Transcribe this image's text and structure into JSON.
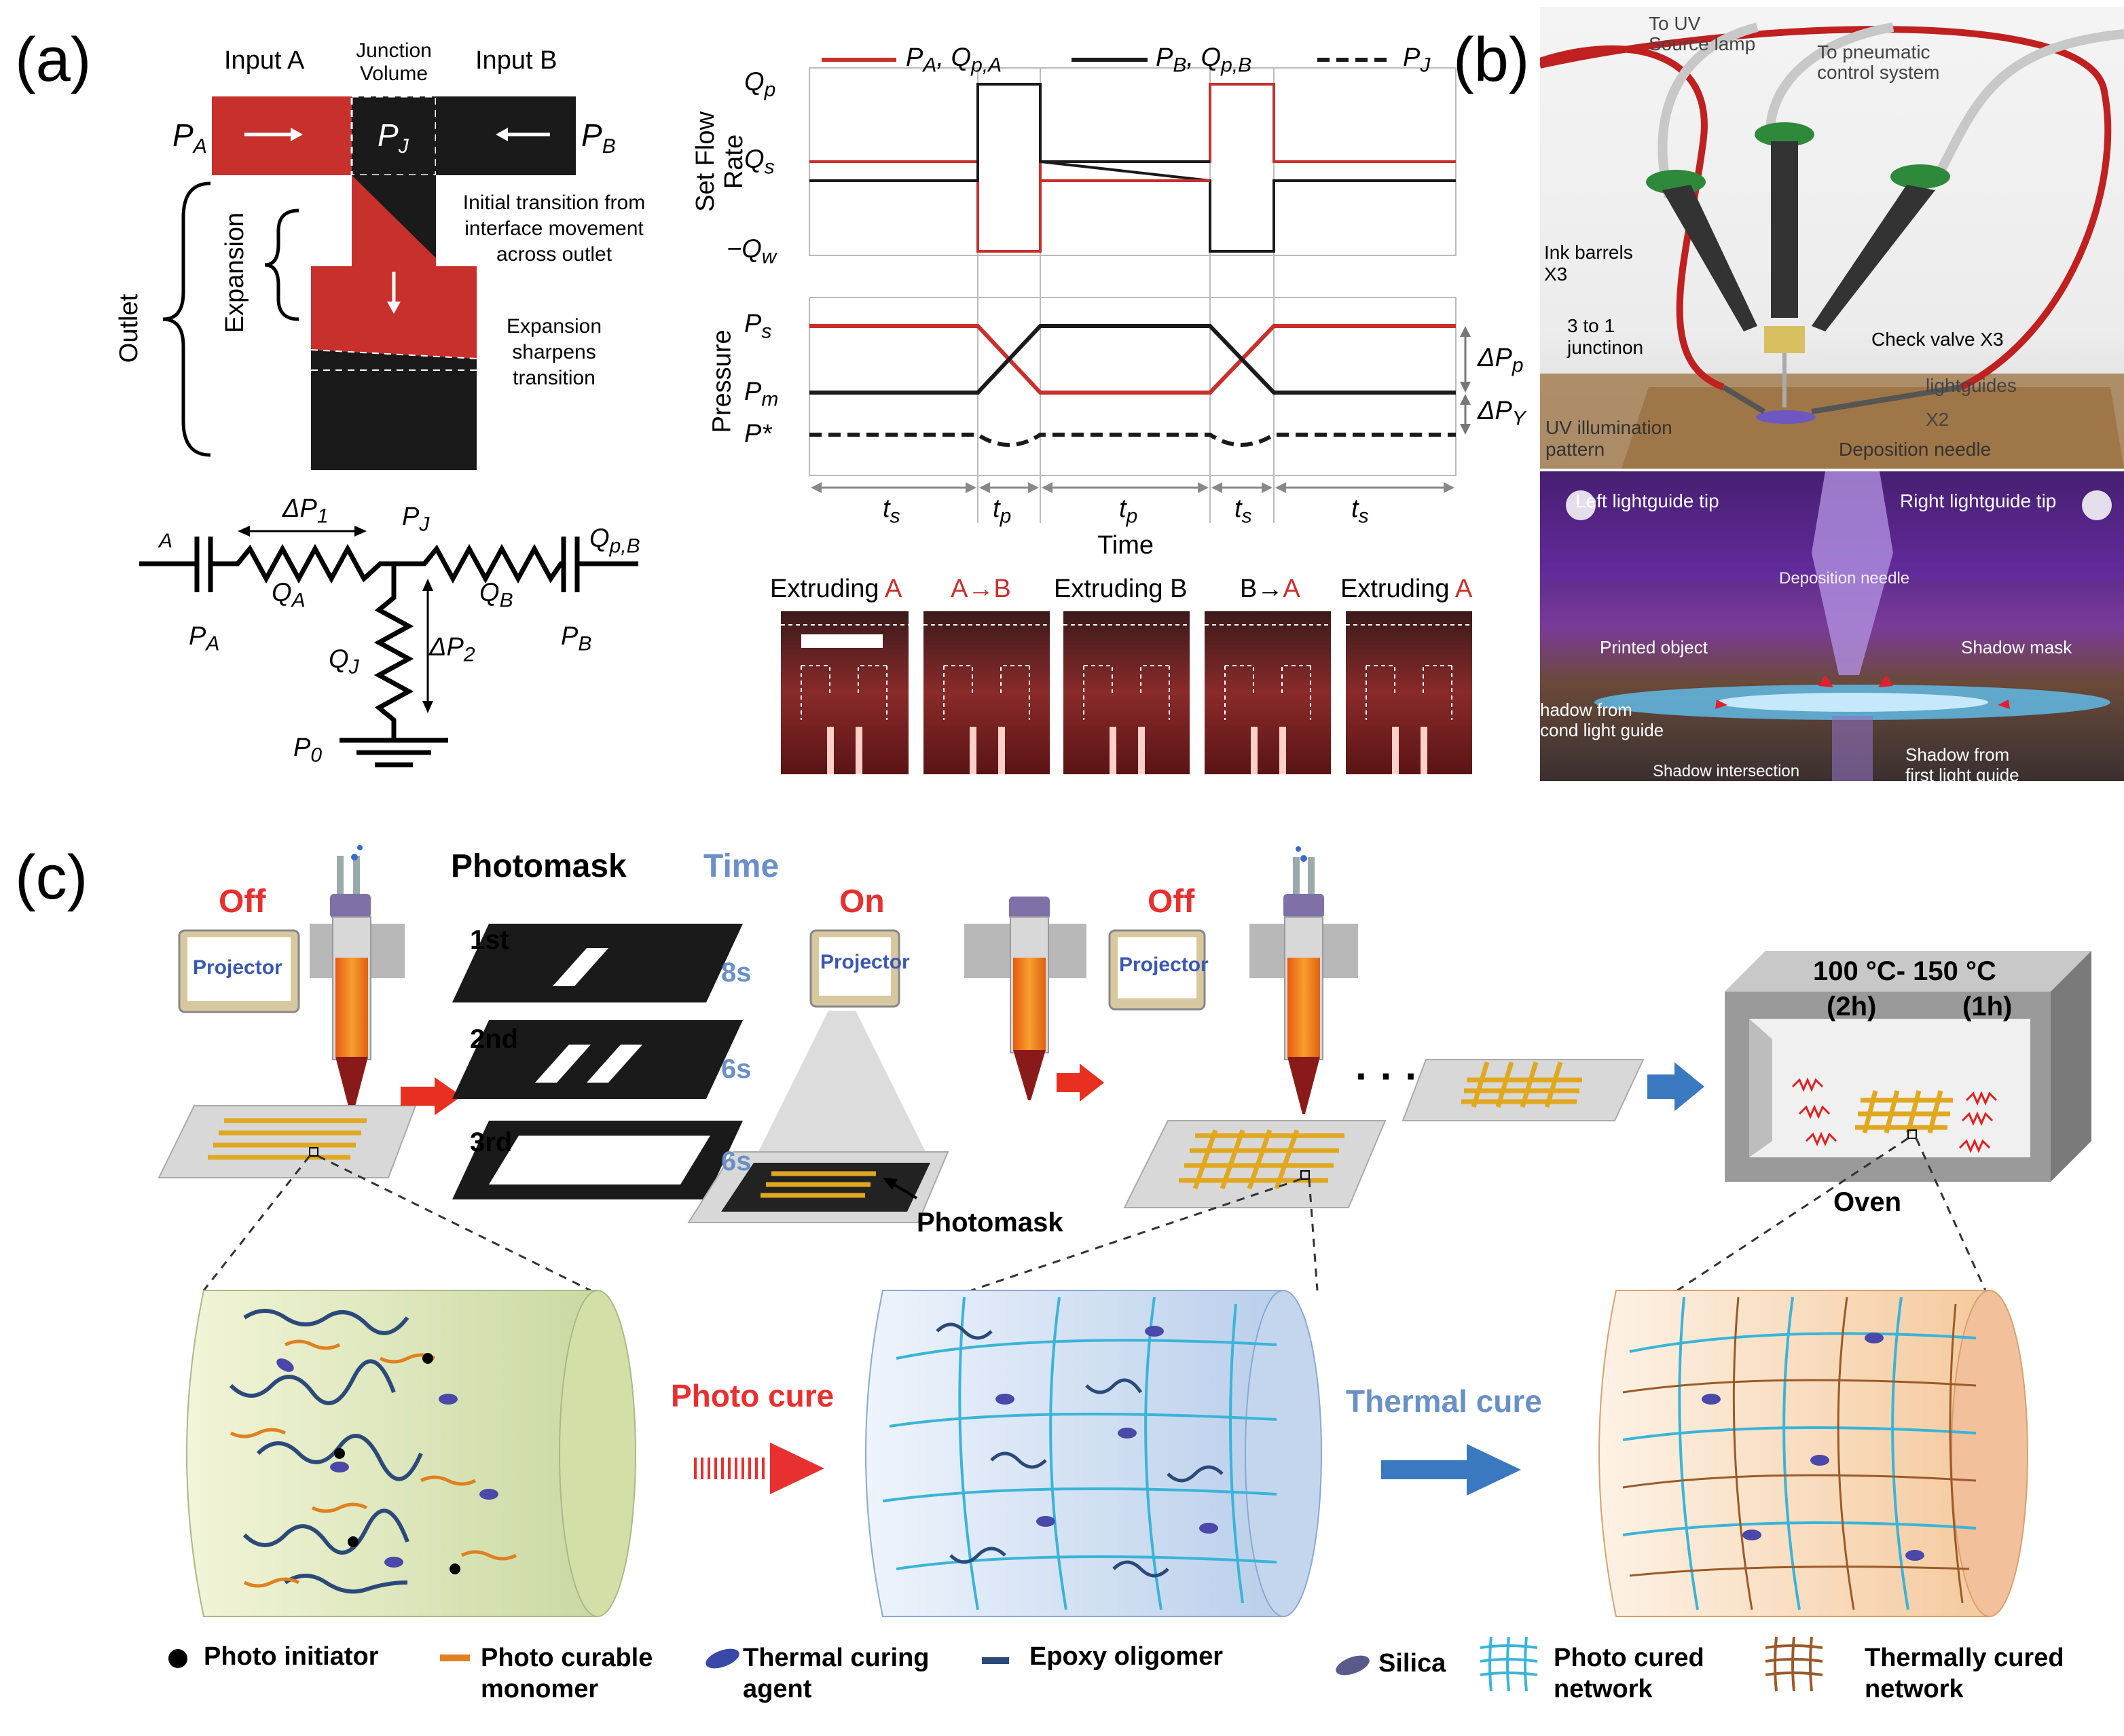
{
  "panels": {
    "a": "(a)",
    "b": "(b)",
    "c": "(c)"
  },
  "colors": {
    "red": "#c8302c",
    "black": "#1a1a1a",
    "blue": "#4a7cc0",
    "cyan": "#3ab4d8",
    "orange": "#e08020",
    "brown": "#9a5a2a",
    "navy": "#2b4a7a",
    "gold": "#e0a820"
  },
  "panel_a": {
    "input_a": "Input A",
    "junction_volume": "Junction\nVolume",
    "input_b": "Input B",
    "pa": "P",
    "pa_sub": "A",
    "pj": "P",
    "pj_sub": "J",
    "pb": "P",
    "pb_sub": "B",
    "outlet": "Outlet",
    "expansion": "Expansion",
    "note1": "Initial transition from\ninterface movement\nacross outlet",
    "note2": "Expansion\nsharpens\ntransition",
    "circuit": {
      "a_small": "A",
      "dp1": "ΔP",
      "dp1_sub": "1",
      "pj": "P",
      "pj_sub": "J",
      "qpb": "Q",
      "qpb_sub": "p,B",
      "qa": "Q",
      "qa_sub": "A",
      "qb": "Q",
      "qb_sub": "B",
      "pa": "P",
      "pa_sub": "A",
      "pb": "P",
      "pb_sub": "B",
      "qj": "Q",
      "qj_sub": "J",
      "dp2": "ΔP",
      "dp2_sub": "2",
      "p0": "P",
      "p0_sub": "0"
    }
  },
  "timing": {
    "legend": [
      {
        "label": "P",
        "sub": "A",
        "label2": ", Q",
        "sub2": "p,A",
        "style": "red"
      },
      {
        "label": "P",
        "sub": "B",
        "label2": ", Q",
        "sub2": "p,B",
        "style": "black"
      },
      {
        "label": "P",
        "sub": "J",
        "label2": "",
        "sub2": "",
        "style": "dashed"
      }
    ],
    "flow_ylabel": "Set Flow\nRate",
    "pressure_ylabel": "Pressure",
    "flow_ticks": [
      {
        "label": "Q",
        "sub": "p"
      },
      {
        "label": "Q",
        "sub": "s"
      },
      {
        "label": "−Q",
        "sub": "w"
      }
    ],
    "pressure_ticks": [
      {
        "label": "P",
        "sub": "s"
      },
      {
        "label": "P",
        "sub": "m"
      },
      {
        "label": "P*",
        "sub": ""
      }
    ],
    "dpp": "ΔP",
    "dpp_sub": "p",
    "dpy": "ΔP",
    "dpy_sub": "Y",
    "intervals": [
      {
        "label": "t",
        "sub": "s"
      },
      {
        "label": "t",
        "sub": "p"
      },
      {
        "label": "t",
        "sub": "p"
      },
      {
        "label": "t",
        "sub": "s"
      },
      {
        "label": "t",
        "sub": "s"
      }
    ],
    "xlabel": "Time",
    "frames": [
      {
        "pre": "Extruding ",
        "red": "A",
        "post": ""
      },
      {
        "pre": "",
        "red": "A→B",
        "post": ""
      },
      {
        "pre": "Extruding B",
        "red": "",
        "post": ""
      },
      {
        "pre": "B→",
        "red": "A",
        "post": ""
      },
      {
        "pre": "Extruding ",
        "red": "A",
        "post": ""
      }
    ]
  },
  "panel_b": {
    "to_uv": "To UV\nSource lamp",
    "to_pneumatic": "To pneumatic\ncontrol system",
    "ink_barrels": "Ink barrels\nX3",
    "junction": "3 to 1\njunctinon",
    "check_valve": "Check valve X3",
    "lightguides": "lightguides",
    "x2": "X2",
    "uv_pattern": "UV illumination\npattern",
    "deposition_needle": "Deposition needle",
    "left_tip": "Left lightguide tip",
    "right_tip": "Right lightguide tip",
    "dep_needle2": "Deposition needle",
    "printed_object": "Printed object",
    "shadow_mask": "Shadow mask",
    "shadow_second": "hadow from\ncond light guide",
    "shadow_first": "Shadow from\nfirst light guide",
    "shadow_intersection": "Shadow intersection"
  },
  "panel_c": {
    "off1": "Off",
    "projector": "Projector",
    "photomask": "Photomask",
    "time": "Time",
    "masks": [
      {
        "label": "1st",
        "time": "8s"
      },
      {
        "label": "2nd",
        "time": "6s"
      },
      {
        "label": "3rd",
        "time": "6s"
      }
    ],
    "on": "On",
    "off2": "Off",
    "photomask_label": "Photomask",
    "dots": "· · ·",
    "oven_temp1": "100 °C- 150 °C",
    "oven_time1": "(2h)",
    "oven_time2": "(1h)",
    "oven": "Oven",
    "photo_cure": "Photo cure",
    "thermal_cure": "Thermal cure",
    "legend": [
      {
        "label": "Photo initiator"
      },
      {
        "label": "Photo curable\nmonomer"
      },
      {
        "label": "Thermal curing\nagent"
      },
      {
        "label": "Epoxy oligomer"
      },
      {
        "label": "Silica"
      },
      {
        "label": "Photo cured\nnetwork"
      },
      {
        "label": "Thermally cured\nnetwork"
      }
    ]
  }
}
